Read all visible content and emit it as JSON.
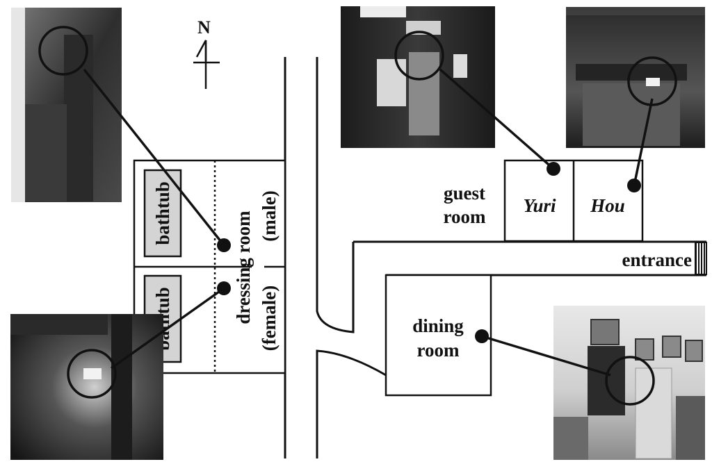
{
  "compass": {
    "label": "N"
  },
  "labels": {
    "bathtub_upper": "bathtub",
    "bathtub_lower": "bathtub",
    "dressing_room": "dressing room",
    "male": "(male)",
    "female": "(female)",
    "guest_room_line1": "guest",
    "guest_room_line2": "room",
    "yuri": "Yuri",
    "hou": "Hou",
    "entrance": "entrance",
    "dining_line1": "dining",
    "dining_line2": "room"
  }
}
